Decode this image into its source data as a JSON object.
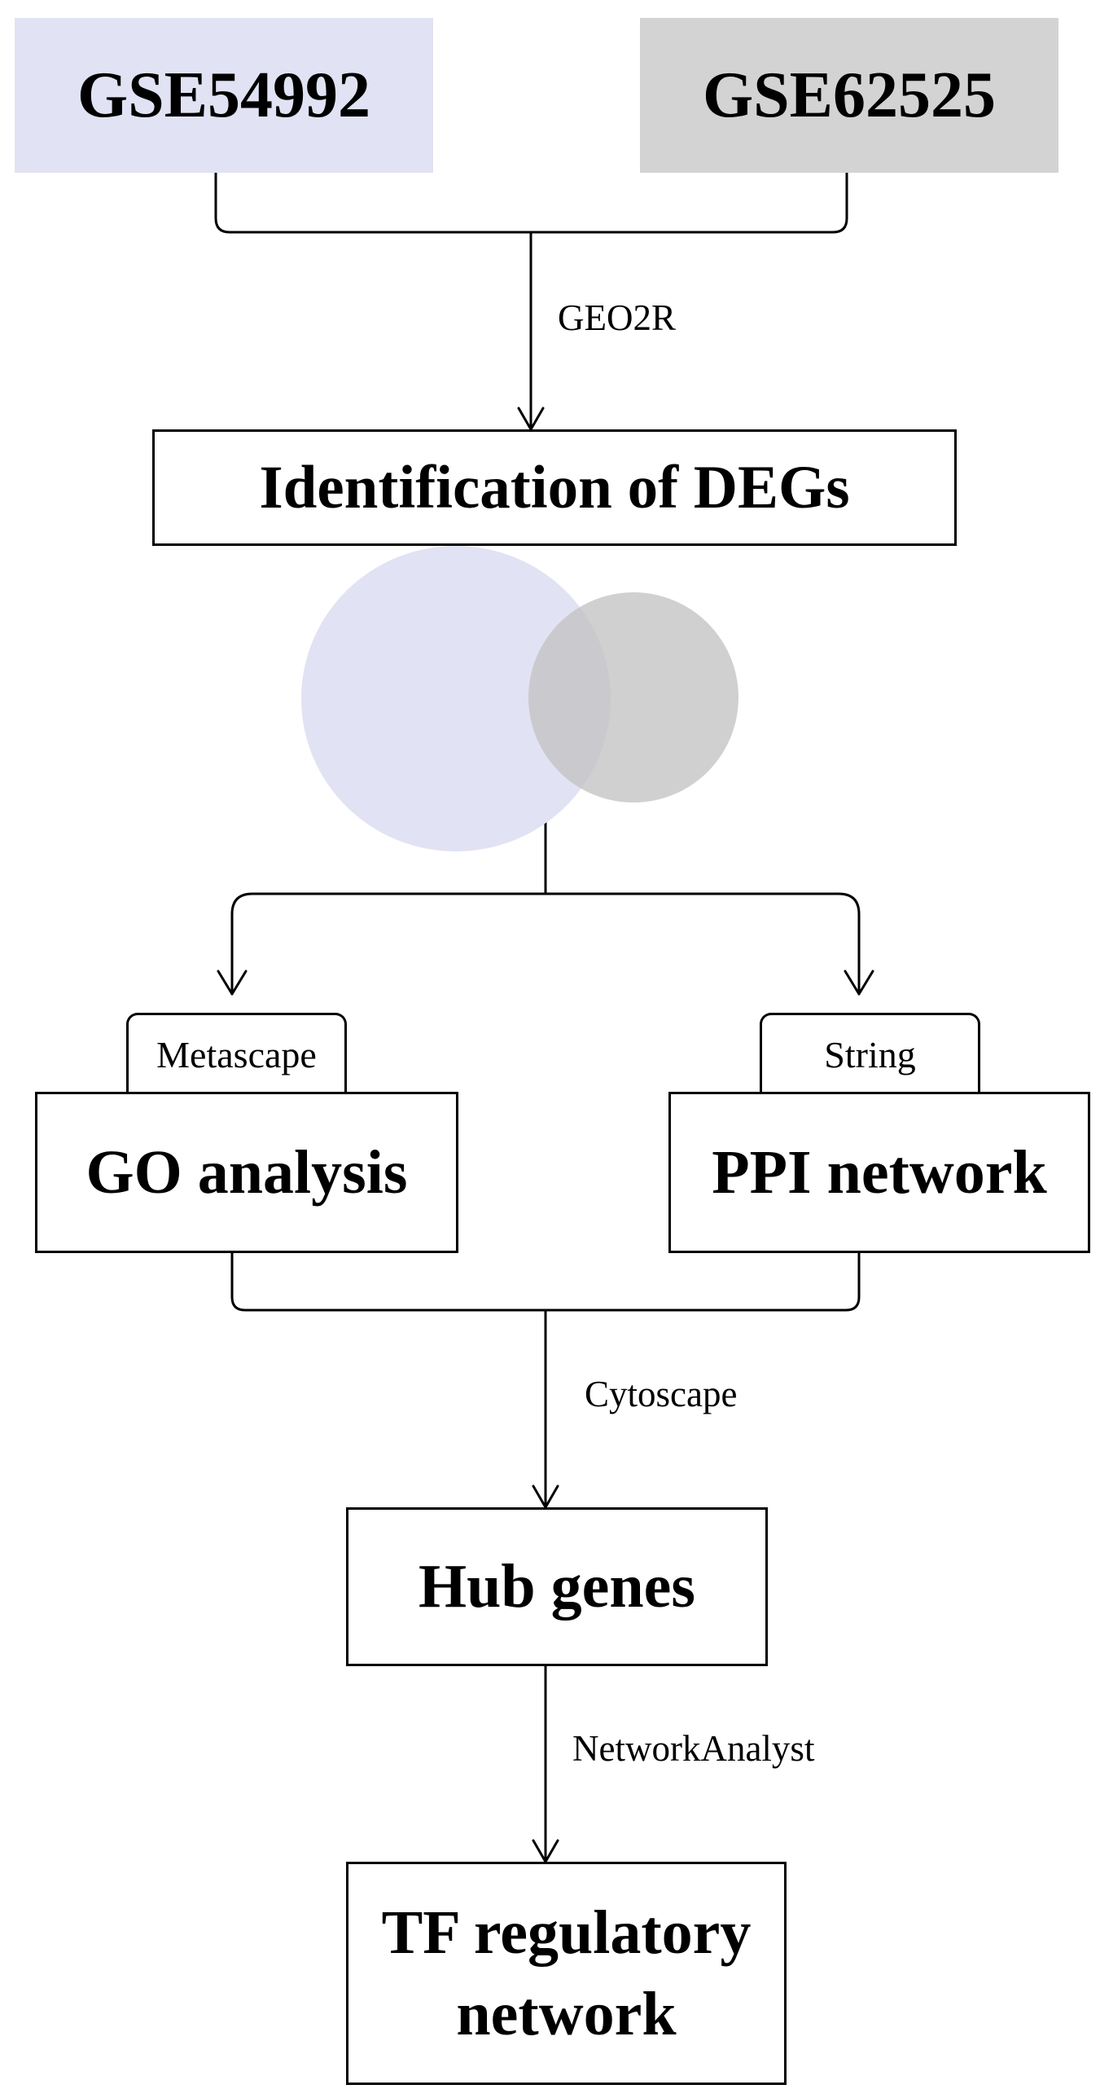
{
  "datasets": {
    "left": "GSE54992",
    "right": "GSE62525"
  },
  "edges": {
    "merge_tool": "GEO2R",
    "hub_tool": "Cytoscape",
    "tf_tool": "NetworkAnalyst"
  },
  "steps": {
    "deg": "Identification of DEGs",
    "go": {
      "tool": "Metascape",
      "label": "GO analysis"
    },
    "ppi": {
      "tool": "String",
      "label": "PPI network"
    },
    "hub": "Hub genes",
    "tf": {
      "line1": "TF regulatory",
      "line2": "network"
    }
  },
  "colors": {
    "left_dataset": "#e1e2f3",
    "right_dataset": "#d3d3d3",
    "venn_left": "#e1e2f3",
    "venn_right": "#c4c4c4",
    "line": "#000000"
  }
}
